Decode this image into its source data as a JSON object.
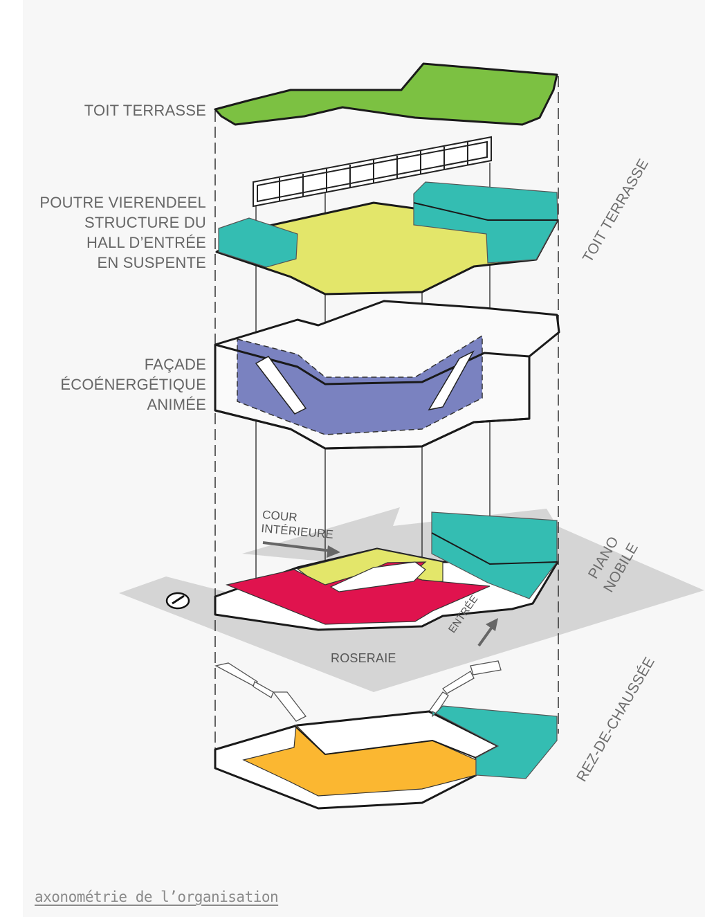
{
  "labels": {
    "toit_terrasse": "TOIT TERRASSE",
    "poutre_line1": "POUTRE VIERENDEEL",
    "poutre_line2": "STRUCTURE DU",
    "poutre_line3": "HALL D’ENTRÉE",
    "poutre_line4": "EN SUSPENTE",
    "facade_line1": "FAÇADE",
    "facade_line2": "ÉCOÉNERGÉTIQUE",
    "facade_line3": "ANIMÉE",
    "cour_line1": "COUR",
    "cour_line2": "INTÉRIEURE",
    "roseraie": "ROSERAIE",
    "entree": "ENTRÉE"
  },
  "side_labels": {
    "toit_terrasse": "TOIT TERRASSE",
    "piano_nobile": "PIANO NOBILE",
    "rez_de_chaussee": "REZ-DE-CHAUSSÉE"
  },
  "caption": "axonométrie de l’organisation",
  "colors": {
    "roof_green": "#7cc142",
    "yellow_slab": "#e3e66a",
    "teal": "#34bdb2",
    "facade_blue": "#7a82c0",
    "magenta": "#e0134e",
    "orange": "#fbb731",
    "ground_grey": "#d5d5d5",
    "label_grey": "#666666"
  },
  "icons": [
    "north-arrow-icon",
    "cour-arrow-icon",
    "entree-arrow-icon"
  ]
}
